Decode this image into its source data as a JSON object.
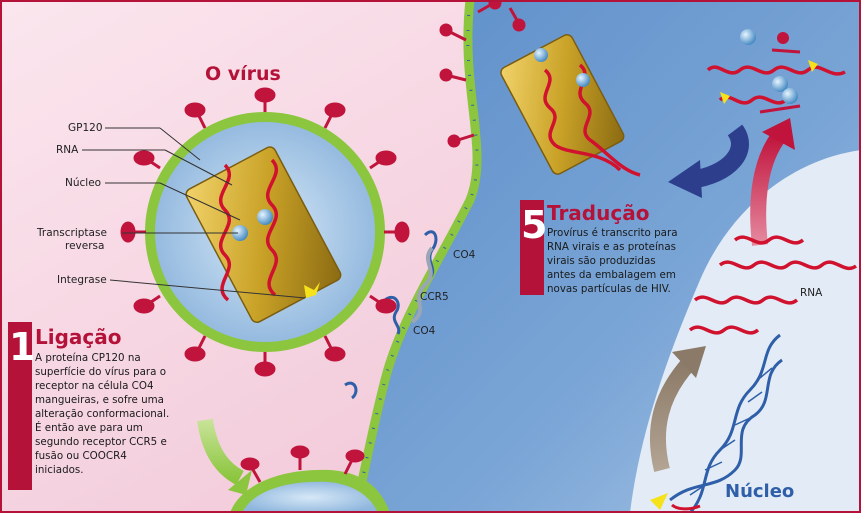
{
  "virus_title": "O vírus",
  "labels": {
    "gp120": "GP120",
    "rna": "RNA",
    "nucleo_inner": "Núcleo",
    "transcriptase_1": "Transcriptase",
    "transcriptase_2": "reversa",
    "integrase": "Integrase",
    "co4_top": "CO4",
    "ccr5": "CCR5",
    "co4_bottom": "CO4",
    "rna_right": "RNA"
  },
  "step1": {
    "number": "1",
    "title": "Ligação",
    "lines": [
      "A proteína CP120 na",
      "superfície do vírus para o",
      "receptor na célula CO4",
      "mangueiras, e sofre uma",
      "alteração conformacional.",
      "É então ave para um",
      "segundo receptor CCR5 e",
      "fusão ou COOCR4",
      "iniciados."
    ]
  },
  "step5": {
    "number": "5",
    "title": "Tradução",
    "lines": [
      "Provírus é transcrito para",
      "RNA virais e as proteínas",
      "virais são produzidas",
      "antes da embalagem em",
      "novas partículas de HIV."
    ]
  },
  "nucleus_label": "Núcleo",
  "colors": {
    "pink_bg": "#f6d3df",
    "cell_blue": "#3f6fae",
    "membrane_green": "#8cc63f",
    "spike_red": "#c0143c",
    "rna_red": "#d0122f",
    "capsid_gold": "#c9a227",
    "nucleus_pale": "#dfe9f4",
    "num_box": "#b5123a"
  }
}
